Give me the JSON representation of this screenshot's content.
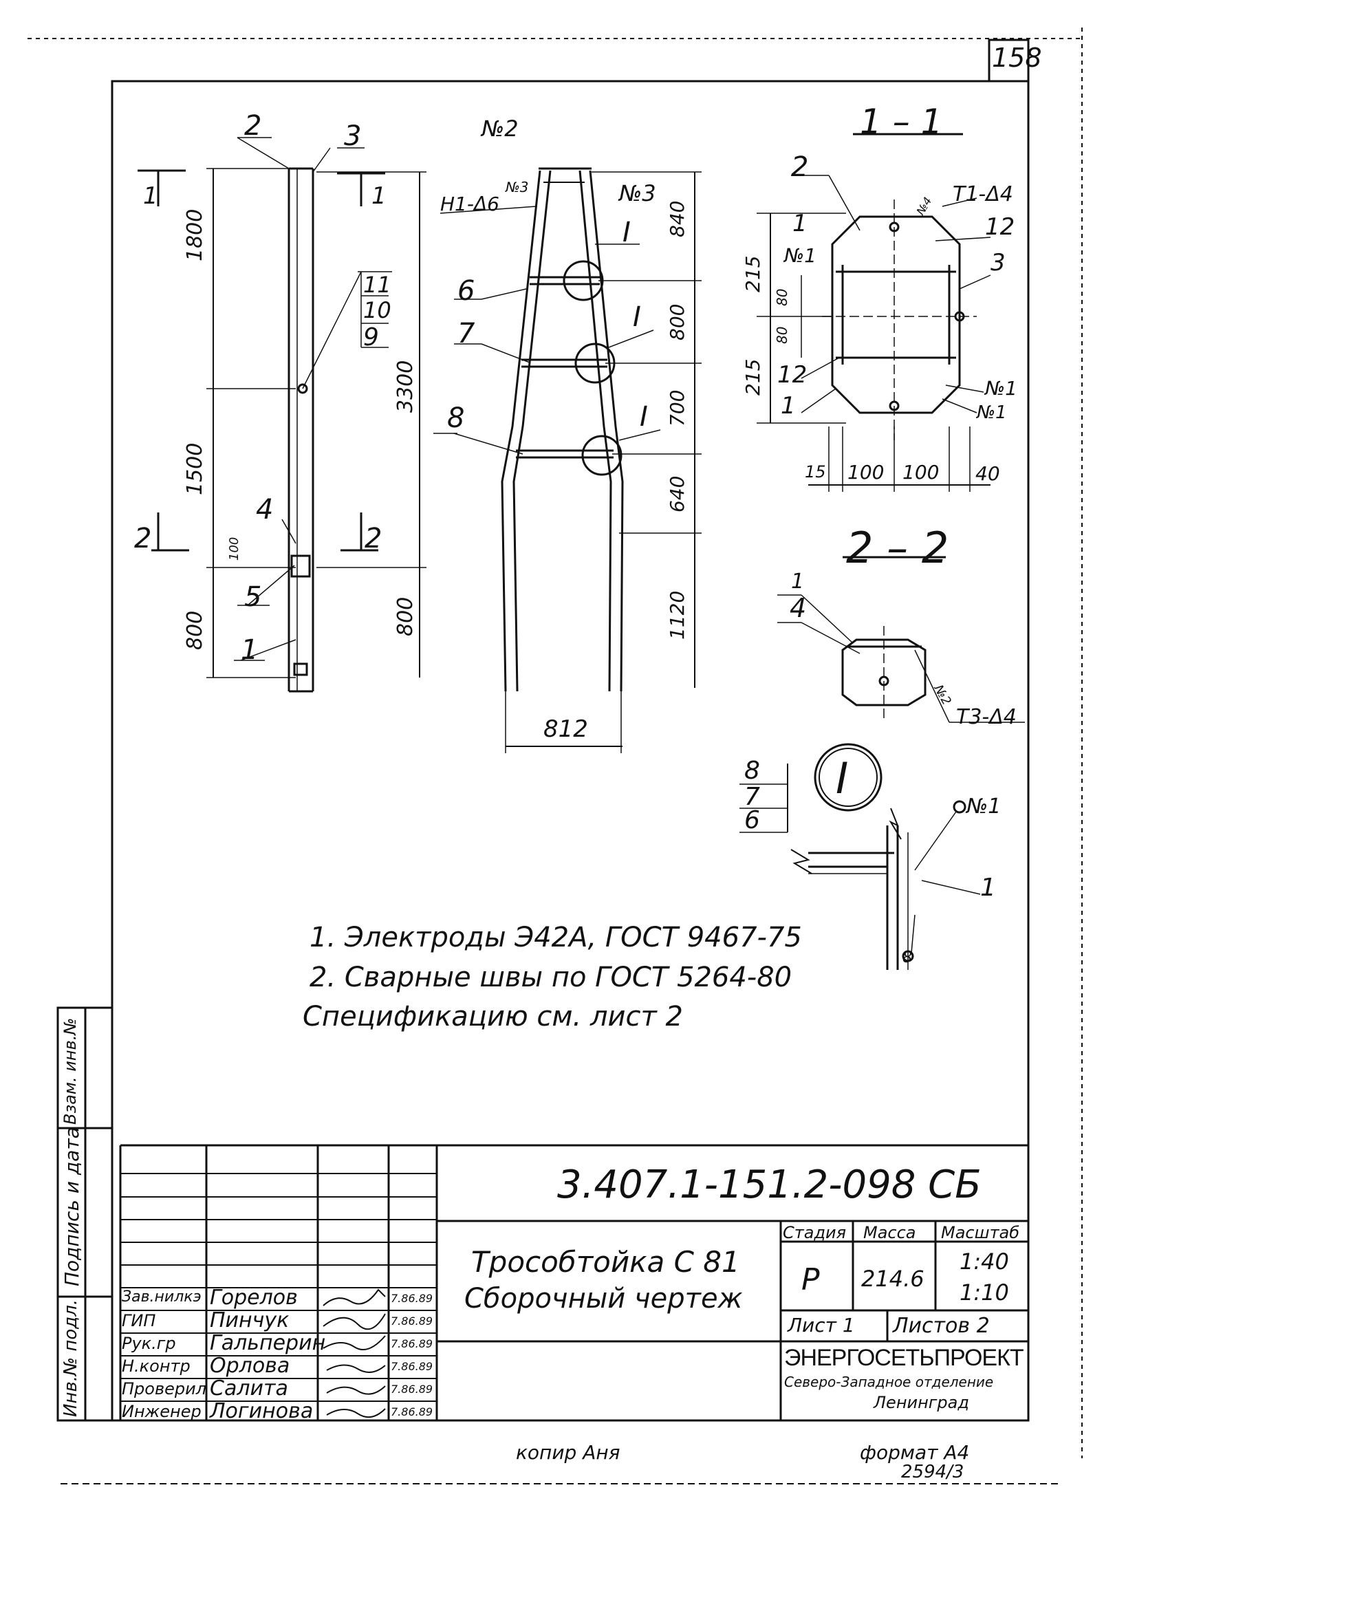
{
  "page_number": "158",
  "views": {
    "section_1_1": "1 – 1",
    "section_2_2": "2 – 2",
    "detail_I": "I"
  },
  "left_view": {
    "labels": [
      "2",
      "3",
      "4",
      "5",
      "1",
      "9",
      "10",
      "11"
    ],
    "section_marks": [
      "1",
      "1",
      "2",
      "2"
    ],
    "dims": [
      "1800",
      "1500",
      "100",
      "800",
      "3300",
      "800"
    ]
  },
  "mid_view": {
    "labels": [
      "№2",
      "Н1-Δ6",
      "№3",
      "№3",
      "6",
      "7",
      "8",
      "I",
      "I",
      "I"
    ],
    "dims": [
      "840",
      "800",
      "700",
      "640",
      "1120",
      "812"
    ]
  },
  "section11": {
    "labels": [
      "2",
      "1",
      "№1",
      "12",
      "3",
      "12",
      "1",
      "№1",
      "№1",
      "Т1-Δ4",
      "№4"
    ],
    "dims": [
      "215",
      "80",
      "80",
      "215",
      "15",
      "100",
      "100",
      "40"
    ]
  },
  "section22": {
    "labels": [
      "1",
      "4",
      "Т3-Δ4",
      "№2"
    ]
  },
  "detailI": {
    "labels": [
      "8",
      "7",
      "6",
      "№1",
      "1",
      "8"
    ]
  },
  "notes": [
    "1. Электроды Э42А, ГОСТ 9467-75",
    "2. Сварные швы по ГОСТ 5264-80",
    "Спецификацию см. лист 2"
  ],
  "title_block": {
    "doc_code": "3.407.1-151.2-098 СБ",
    "title_line1": "Трособтойка С 81",
    "title_line2": "Сборочный чертеж",
    "stage_header": "Стадия",
    "mass_header": "Масса",
    "scale_header": "Масштаб",
    "stage": "Р",
    "mass": "214.6",
    "scale1": "1:40",
    "scale2": "1:10",
    "sheet": "Лист 1",
    "sheets": "Листов 2",
    "org": "ЭНЕРГОСЕТЬПРОЕКТ",
    "org_sub": "Северо-Западное отделение",
    "org_city": "Ленинград",
    "people": [
      {
        "role": "Зав.нилкэ",
        "name": "Горелов",
        "date": "7.86.89"
      },
      {
        "role": "ГИП",
        "name": "Пинчук",
        "date": "7.86.89"
      },
      {
        "role": "Рук.гр",
        "name": "Гальперин",
        "date": "7.86.89"
      },
      {
        "role": "Н.контр",
        "name": "Орлова",
        "date": "7.86.89"
      },
      {
        "role": "Проверил",
        "name": "Салита",
        "date": "7.86.89"
      },
      {
        "role": "Инженер",
        "name": "Логинова",
        "date": "7.86.89"
      }
    ]
  },
  "side_stamp": {
    "field1": "Инв.№ подл.",
    "field2": "Подпись и дата",
    "field3": "Взам. инв.№"
  },
  "footer": {
    "copied": "копир Аня",
    "format": "формат А4",
    "number": "2594/3"
  }
}
